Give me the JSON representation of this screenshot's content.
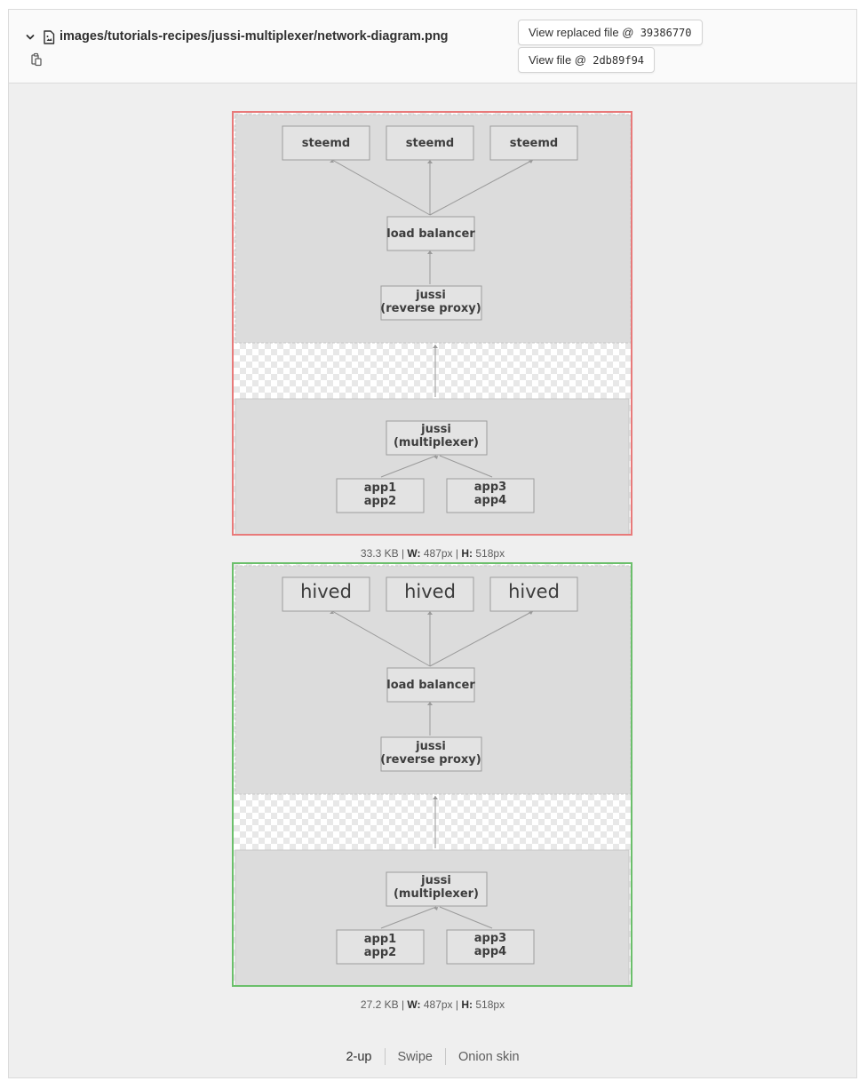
{
  "file": {
    "path": "images/tutorials-recipes/jussi-multiplexer/network-diagram.png",
    "buttons": {
      "view_replaced_prefix": "View replaced file @",
      "view_replaced_sha": "39386770",
      "view_file_prefix": "View file @",
      "view_file_sha": "2db89f94"
    }
  },
  "images": {
    "old": {
      "top_nodes": [
        "steemd",
        "steemd",
        "steemd"
      ],
      "load_balancer": "load balancer",
      "proxy_line1": "jussi",
      "proxy_line2": "(reverse proxy)",
      "multiplexer_line1": "jussi",
      "multiplexer_line2": "(multiplexer)",
      "app_left_line1": "app1",
      "app_left_line2": "app2",
      "app_right_line1": "app3",
      "app_right_line2": "app4",
      "meta": {
        "size": "33.3 KB",
        "w_label": "W:",
        "w_value": "487px",
        "h_label": "H:",
        "h_value": "518px"
      }
    },
    "new": {
      "top_nodes": [
        "hived",
        "hived",
        "hived"
      ],
      "load_balancer": "load balancer",
      "proxy_line1": "jussi",
      "proxy_line2": "(reverse proxy)",
      "multiplexer_line1": "jussi",
      "multiplexer_line2": "(multiplexer)",
      "app_left_line1": "app1",
      "app_left_line2": "app2",
      "app_right_line1": "app3",
      "app_right_line2": "app4",
      "meta": {
        "size": "27.2 KB",
        "w_label": "W:",
        "w_value": "487px",
        "h_label": "H:",
        "h_value": "518px"
      }
    }
  },
  "view_modes": {
    "two_up": "2-up",
    "swipe": "Swipe",
    "onion_skin": "Onion skin",
    "active": "2-up"
  },
  "colors": {
    "deleted_border": "#e87a7a",
    "added_border": "#6bbf6b"
  }
}
